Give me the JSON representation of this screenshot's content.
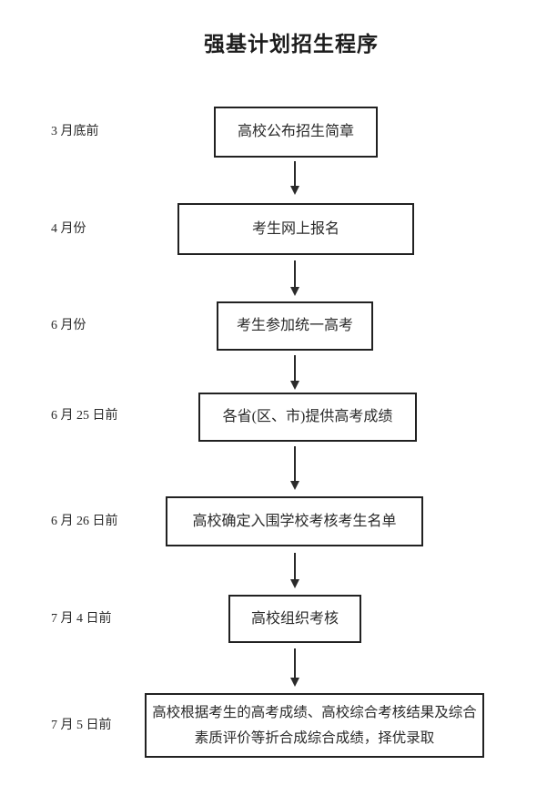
{
  "page": {
    "title": "强基计划招生程序",
    "colors": {
      "background": "#ffffff",
      "ink": "#222222"
    }
  },
  "flowchart": {
    "steps": [
      {
        "time": "3 月底前",
        "label": "高校公布招生简章"
      },
      {
        "time": "4 月份",
        "label": "考生网上报名"
      },
      {
        "time": "6 月份",
        "label": "考生参加统一高考"
      },
      {
        "time": "6 月 25 日前",
        "label": "各省(区、市)提供高考成绩"
      },
      {
        "time": "6 月 26 日前",
        "label": "高校确定入围学校考核考生名单"
      },
      {
        "time": "7 月 4 日前",
        "label": "高校组织考核"
      },
      {
        "time": "7 月 5 日前",
        "label_line1": "高校根据考生的高考成绩、高校综合考核结果及综合",
        "label_line2": "素质评价等折合成综合成绩，择优录取"
      }
    ]
  }
}
